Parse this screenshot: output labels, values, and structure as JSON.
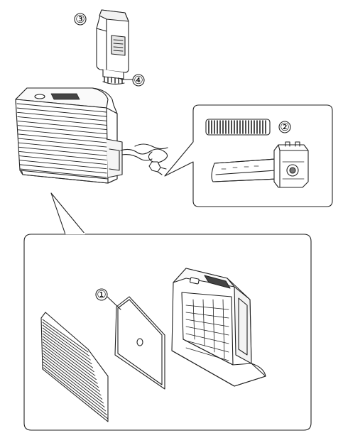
{
  "callouts": {
    "filter": "①",
    "cassette": "②",
    "tank": "③",
    "cap": "④"
  },
  "colors": {
    "line": "#222222",
    "fill": "#ffffff",
    "shade": "#bdbdbd",
    "dark": "#555555"
  }
}
